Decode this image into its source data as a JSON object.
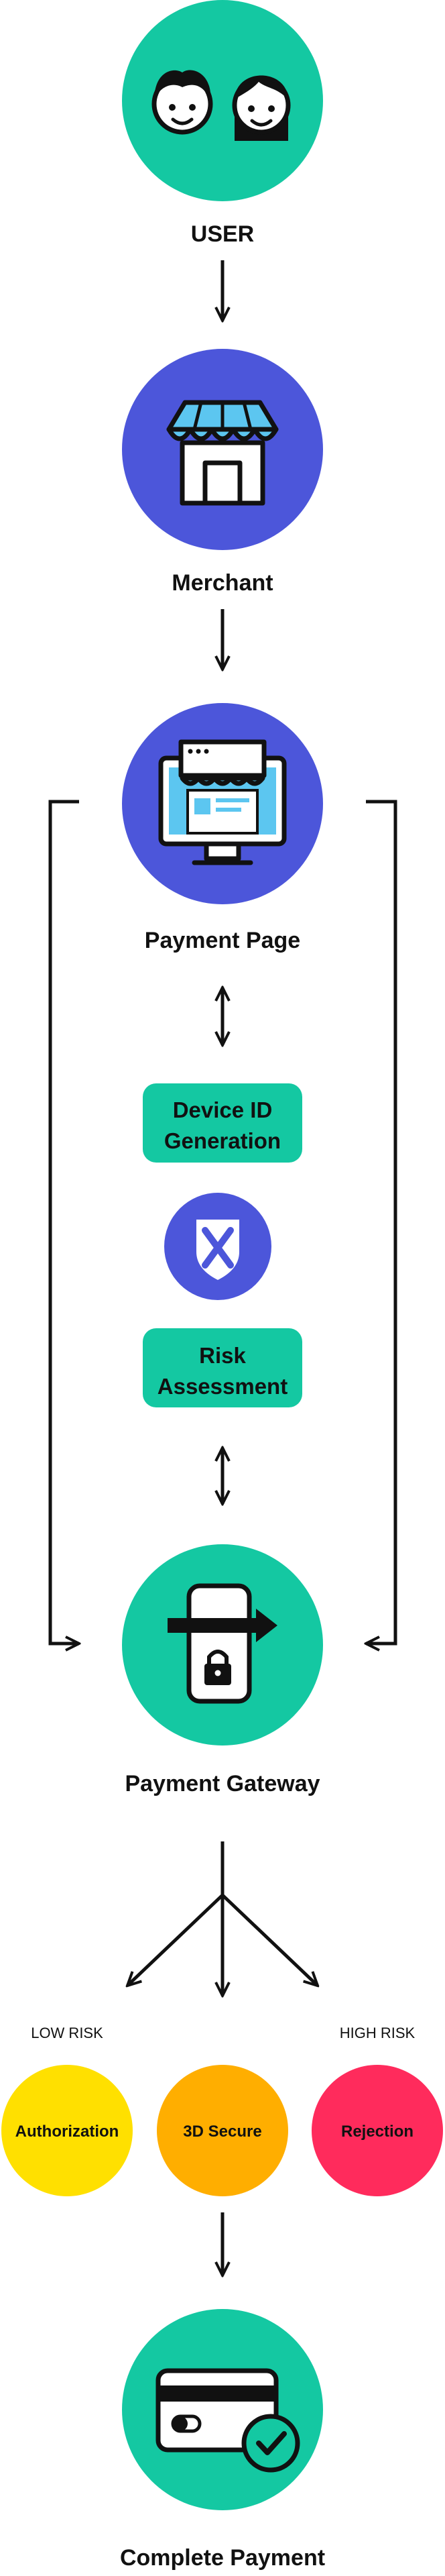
{
  "diagram": {
    "nodes": {
      "user": {
        "label": "USER",
        "icon": "users-icon",
        "color": "#14C8A2"
      },
      "merchant": {
        "label": "Merchant",
        "icon": "storefront-icon",
        "color": "#4C56DA"
      },
      "payment_page": {
        "label": "Payment Page",
        "icon": "monitor-shop-icon",
        "color": "#4C56DA"
      },
      "device_id": {
        "label_line1": "Device ID",
        "label_line2": "Generation",
        "color": "#14C8A2"
      },
      "logo": {
        "icon": "brand-logo-icon",
        "color": "#4C56DA"
      },
      "risk_assessment": {
        "label_line1": "Risk",
        "label_line2": "Assessment",
        "color": "#14C8A2"
      },
      "payment_gateway": {
        "label": "Payment Gateway",
        "icon": "door-lock-icon",
        "color": "#14C8A2"
      },
      "authorization": {
        "label": "Authorization",
        "color": "#FFE000"
      },
      "secure_3d": {
        "label": "3D Secure",
        "color": "#FFAE00"
      },
      "rejection": {
        "label": "Rejection",
        "color": "#FF2B5C"
      },
      "complete_payment": {
        "label": "Complete Payment",
        "icon": "credit-card-check-icon",
        "color": "#14C8A2"
      }
    },
    "risk_labels": {
      "low": "LOW RISK",
      "high": "HIGH RISK"
    }
  }
}
